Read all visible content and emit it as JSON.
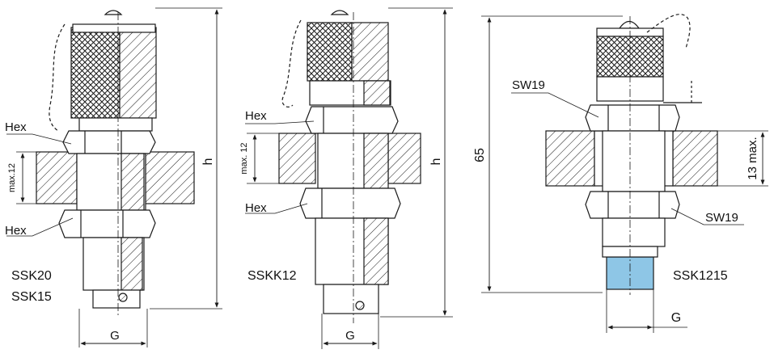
{
  "figures": [
    {
      "models": [
        "SSK20",
        "SSK15"
      ],
      "labels": {
        "hex_upper": "Hex",
        "hex_lower": "Hex",
        "max": "max.12",
        "height": "h",
        "thread": "G"
      }
    },
    {
      "models": [
        "SSKK12"
      ],
      "labels": {
        "hex_upper": "Hex",
        "hex_lower": "Hex",
        "max": "max. 12",
        "height": "h",
        "thread": "G"
      }
    },
    {
      "models": [
        "SSK1215"
      ],
      "labels": {
        "sw_upper": "SW19",
        "sw_lower": "SW19",
        "max": "13 max.",
        "height": "65",
        "thread": "G"
      }
    }
  ],
  "colors": {
    "line": "#1a1a1a",
    "accent_blue": "#8ec6e6",
    "fill_light": "#f2f2f2"
  }
}
